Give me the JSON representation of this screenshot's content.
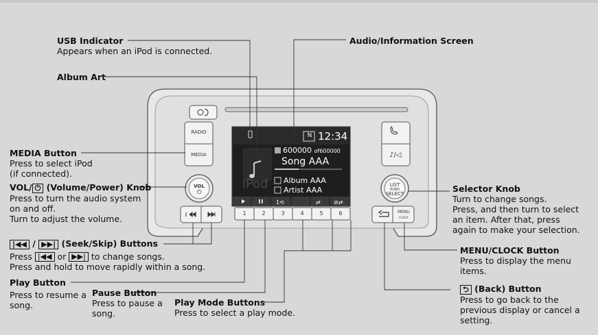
{
  "labels": {
    "usb": {
      "title": "USB Indicator",
      "desc": "Appears when an iPod is connected."
    },
    "screen": {
      "title": "Audio/Information Screen"
    },
    "album_art": {
      "title": "Album Art"
    },
    "media": {
      "title": "MEDIA Button",
      "desc1": "Press to select iPod",
      "desc2": "(if connected)."
    },
    "vol": {
      "title_prefix": "VOL/",
      "title_suffix": " (Volume/Power) Knob",
      "desc1": "Press to turn the audio system",
      "desc2": "on and off.",
      "desc3": "Turn to adjust the volume."
    },
    "seek": {
      "title_mid": " / ",
      "title_suffix": " (Seek/Skip) Buttons",
      "desc1_prefix": "Press ",
      "desc1_mid": " or ",
      "desc1_suffix": " to change songs.",
      "desc2": "Press and hold to move rapidly within a song."
    },
    "play": {
      "title": "Play Button",
      "desc1": "Press to resume a",
      "desc2": "song."
    },
    "pause": {
      "title": "Pause Button",
      "desc1": "Press to pause a",
      "desc2": "song."
    },
    "play_mode": {
      "title": "Play Mode Buttons",
      "desc": "Press to select a play mode."
    },
    "selector": {
      "title": "Selector Knob",
      "desc1": "Turn to change songs.",
      "desc2": "Press, and then turn to select",
      "desc3": "an item. After that, press",
      "desc4": "again to make your selection."
    },
    "menu_clock": {
      "title": "MENU/CLOCK Button",
      "desc1": "Press to display the menu",
      "desc2": "items."
    },
    "back": {
      "title_suffix": " (Back) Button",
      "desc1": "Press to go back to the",
      "desc2": "previous display or cancel a",
      "desc3": "setting."
    }
  },
  "unit": {
    "radio_label": "RADIO",
    "media_label": "MEDIA",
    "vol_label": "VOL",
    "list_label": "LIST",
    "push_label": "PUSH",
    "select_label": "SELECT",
    "menu_label": "MENU",
    "clock_label": "CLOCK",
    "preset_numbers": [
      "1",
      "2",
      "3",
      "4",
      "5",
      "6"
    ]
  },
  "screen_display": {
    "n_badge": "N",
    "time": "12:34",
    "track_number": "600000",
    "track_of": "of",
    "track_total": "600000",
    "song": "Song AAA",
    "album": "Album AAA",
    "artist": "Artist AAA",
    "watermark": "iPod"
  },
  "colors": {
    "background": "#d8d8d8",
    "screen": "#1a1a1a",
    "panel": "#e2e2e2"
  }
}
